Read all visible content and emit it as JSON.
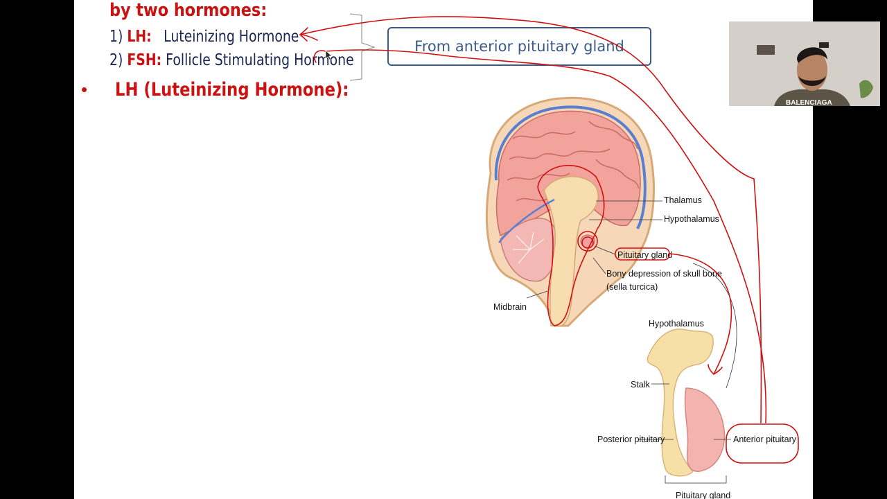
{
  "slide": {
    "subtitle": "by two hormones:",
    "hormones": [
      {
        "number": "1)",
        "abbr": "LH:",
        "name": "Luteinizing Hormone"
      },
      {
        "number": "2)",
        "abbr": "FSH:",
        "name": "Follicle Stimulating Hormone"
      }
    ],
    "source_note": "From  anterior pituitary gland",
    "bullet": "•",
    "lh_heading": "LH (Luteinizing Hormone):"
  },
  "diagram": {
    "labels": {
      "thalamus": "Thalamus",
      "hypothalamus_upper": "Hypothalamus",
      "pituitary_gland_upper": "Pituitary gland",
      "bony_depression_1": "Bony depression of skull bone",
      "bony_depression_2": "(sella turcica)",
      "midbrain": "Midbrain",
      "hypothalamus_lower": "Hypothalamus",
      "stalk": "Stalk",
      "posterior_pituitary": "Posterior pituitary",
      "anterior_pituitary": "Anterior pituitary",
      "pituitary_gland_lower": "Pituitary gland"
    }
  },
  "webcam": {
    "shirt_text": "BALENCIAGA"
  },
  "colors": {
    "accent_red": "#cc1111",
    "navy_text": "#1a2550",
    "box_blue": "#3b5a86"
  }
}
